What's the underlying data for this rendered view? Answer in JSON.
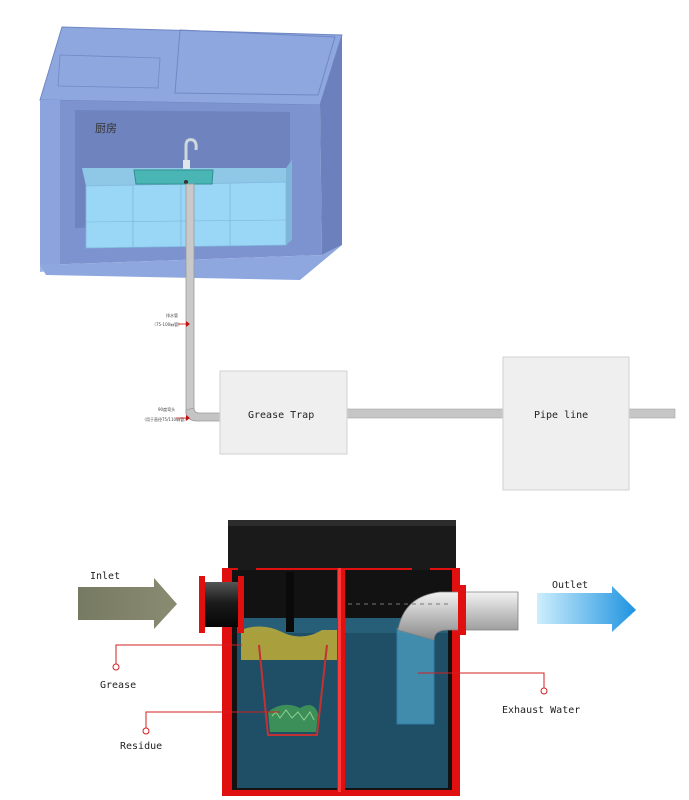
{
  "top_diagram": {
    "kitchen_label": "厨房",
    "pipe_note_1": {
      "line1": "排水管",
      "line2": "（75-100㎜管）"
    },
    "pipe_note_2": {
      "line1": "90度弯头",
      "line2": "（用于直径75/110㎜管）"
    },
    "grease_trap_label": "Grease Trap",
    "pipe_line_label": "Pipe line"
  },
  "bottom_diagram": {
    "inlet_label": "Inlet",
    "outlet_label": "Outlet",
    "grease_label": "Grease",
    "residue_label": "Residue",
    "exhaust_label": "Exhaust Water"
  },
  "colors": {
    "room_blue": "#7f9ad8",
    "counter_cyan": "#9ad6f5",
    "pipe_grey": "#b8b8b8",
    "box_grey": "#efefef",
    "trap_red": "#e01010",
    "trap_black": "#1a1a1a",
    "water_blue": "#1f4f66",
    "grease_yellow": "#b8a838",
    "inlet_arrow": "#7c7f66",
    "outlet_arrow": "#2aa4e8"
  }
}
